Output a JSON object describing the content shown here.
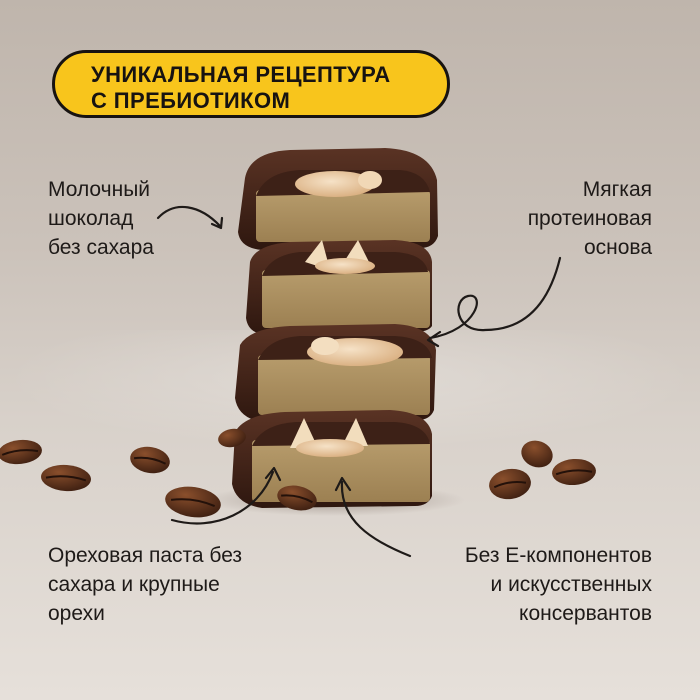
{
  "badge": {
    "line1": "УНИКАЛЬНАЯ РЕЦЕПТУРА",
    "line2": "С ПРЕБИОТИКОМ"
  },
  "callouts": {
    "chocolate": [
      "Молочный",
      "шоколад",
      "без сахара"
    ],
    "protein_base": [
      "Мягкая",
      "протеиновая",
      "основа"
    ],
    "nut_paste": [
      "Ореховая паста без",
      "сахара и крупные",
      "орехи"
    ],
    "no_additives": [
      "Без Е-компонентов",
      "и искусственных",
      "консервантов"
    ]
  },
  "colors": {
    "badge_fill": "#f8c51c",
    "text": "#1e1a18",
    "chocolate": "#3b2016",
    "protein_base": "#a98c5e",
    "nut_filling": "#e7c9a2"
  }
}
